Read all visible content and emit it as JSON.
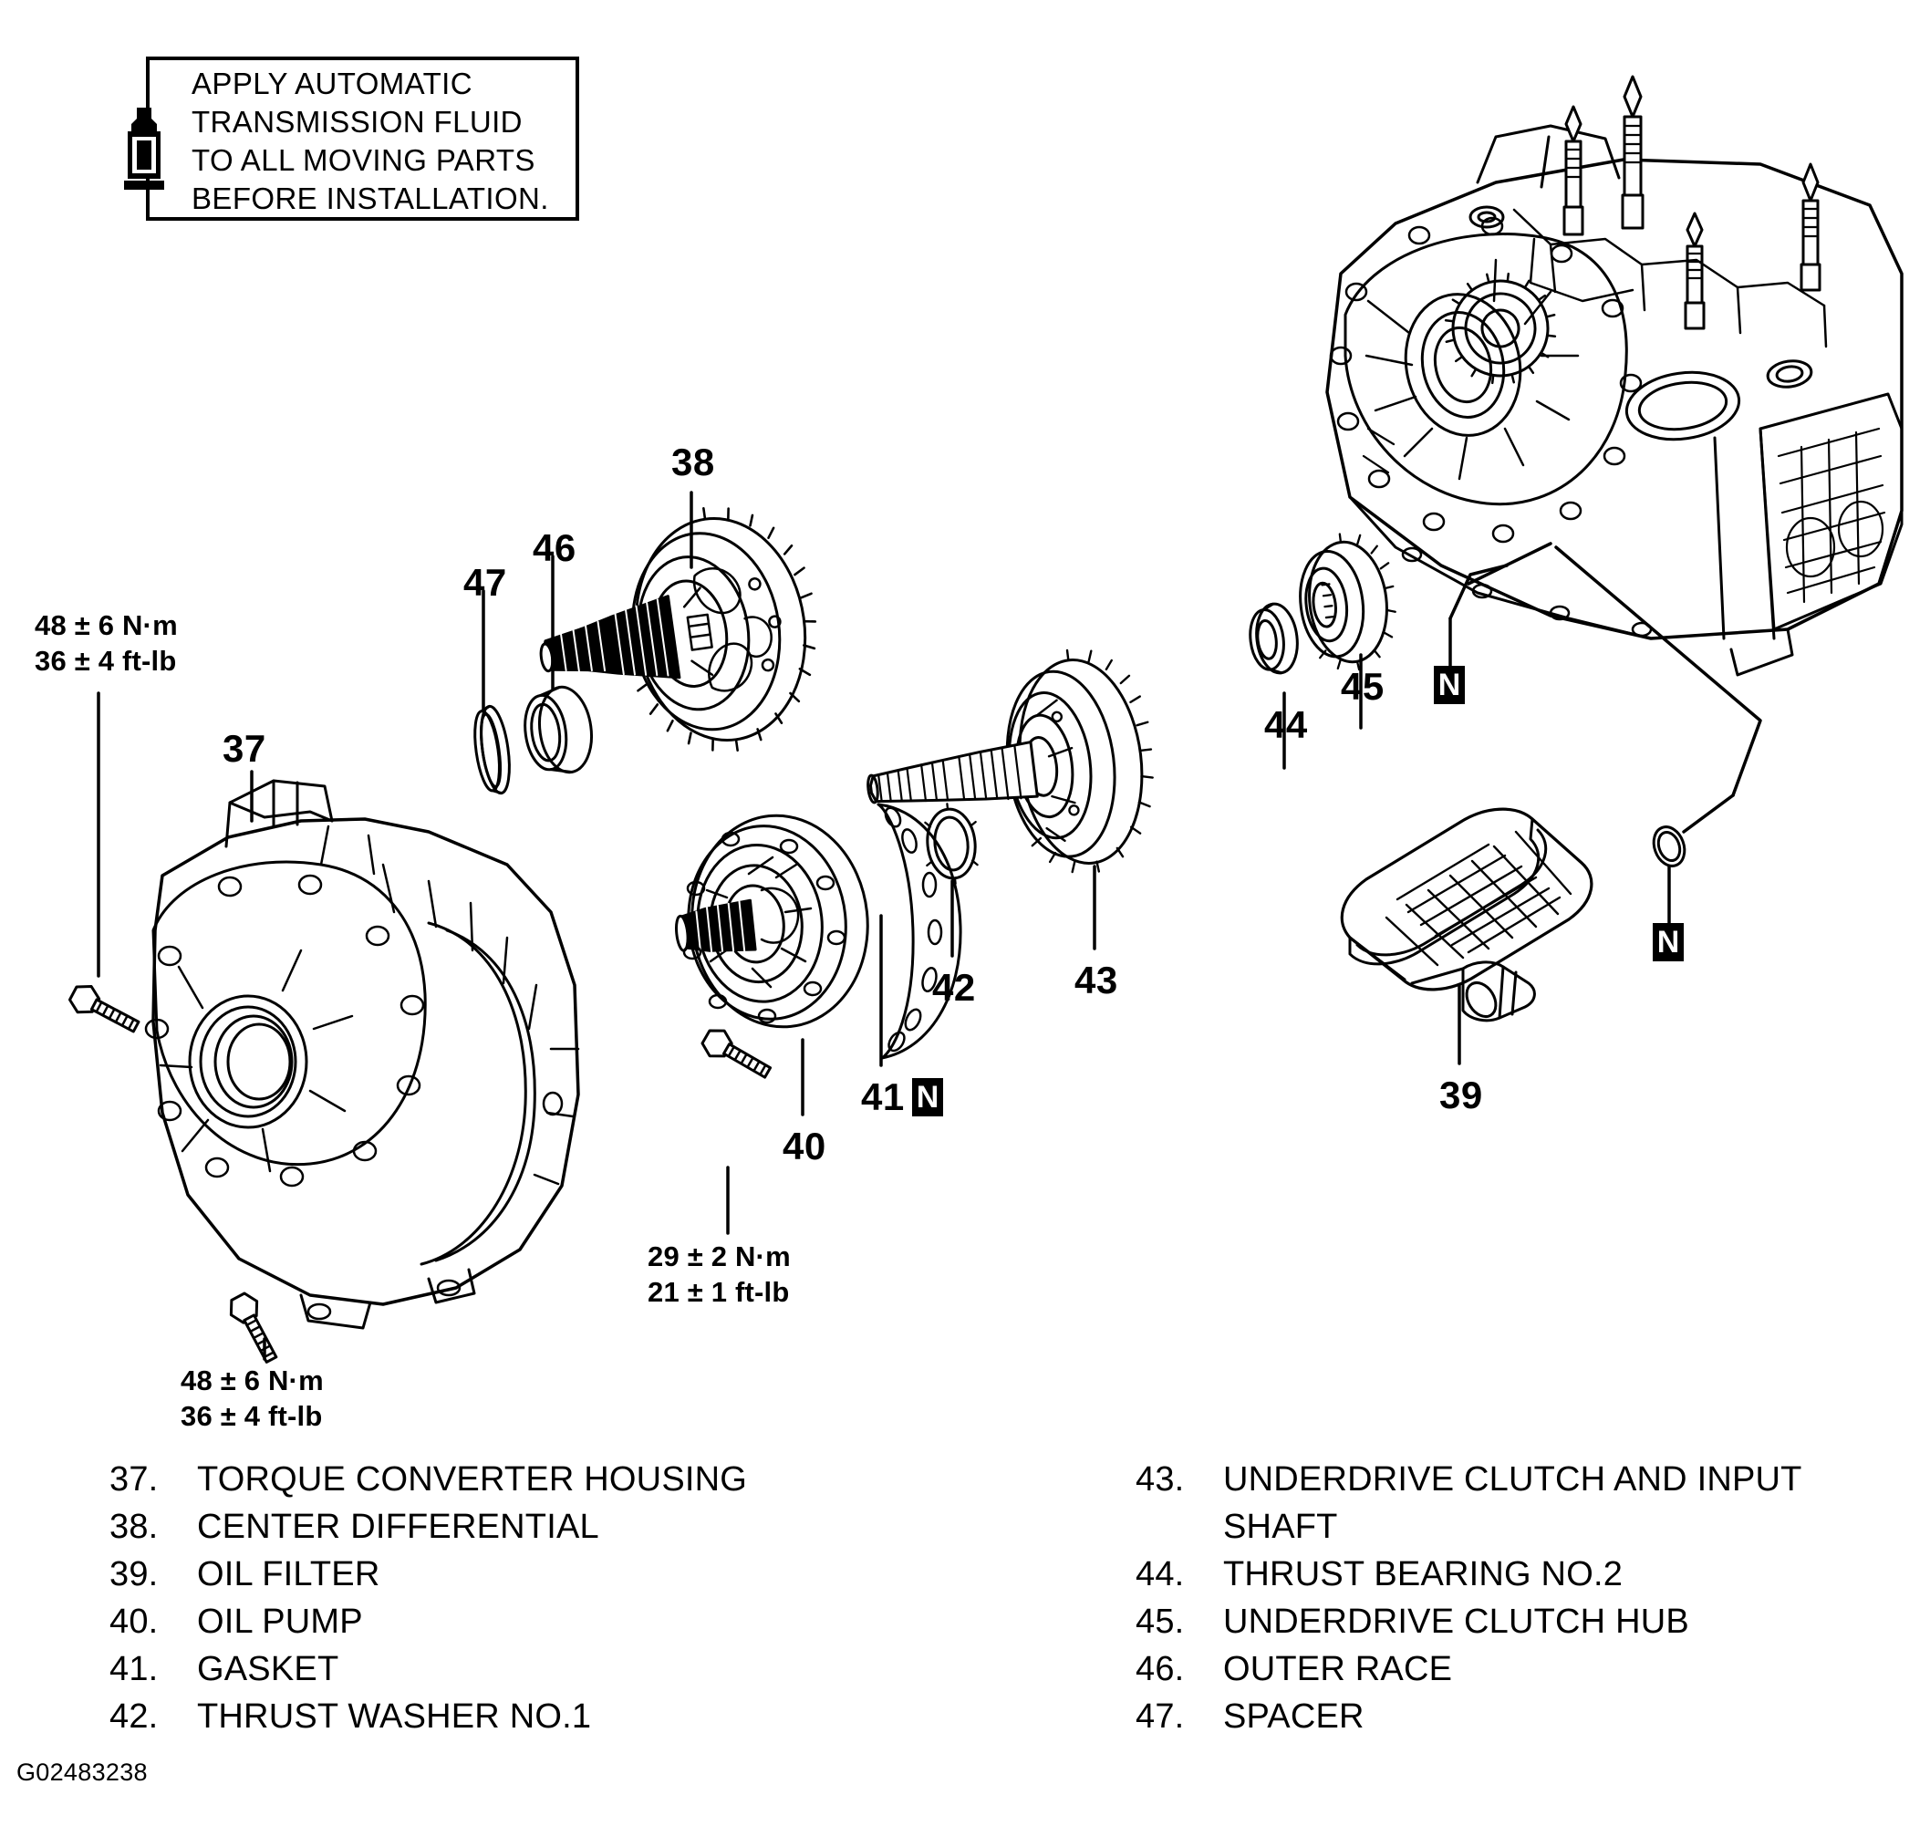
{
  "note": {
    "icon": "oil-can-icon",
    "text": "APPLY AUTOMATIC\nTRANSMISSION FLUID\nTO ALL MOVING PARTS\nBEFORE INSTALLATION."
  },
  "torque_specs": [
    {
      "id": "top-left",
      "line1": "48 ± 6 N·m",
      "line2": "36 ± 4 ft-lb"
    },
    {
      "id": "bottom-left",
      "line1": "48 ± 6 N·m",
      "line2": "36 ± 4 ft-lb"
    },
    {
      "id": "oil-pump",
      "line1": "29 ± 2 N·m",
      "line2": "21 ± 1 ft-lb"
    }
  ],
  "callouts": {
    "c37": "37",
    "c38": "38",
    "c39": "39",
    "c40": "40",
    "c41": "41",
    "c42": "42",
    "c43": "43",
    "c44": "44",
    "c45": "45",
    "c46": "46",
    "c47": "47"
  },
  "new_part_markers": {
    "label": "N",
    "count": 3
  },
  "legend": {
    "left": [
      {
        "num": "37.",
        "label": "TORQUE CONVERTER HOUSING"
      },
      {
        "num": "38.",
        "label": "CENTER DIFFERENTIAL"
      },
      {
        "num": "39.",
        "label": "OIL FILTER"
      },
      {
        "num": "40.",
        "label": "OIL PUMP"
      },
      {
        "num": "41.",
        "label": "GASKET"
      },
      {
        "num": "42.",
        "label": "THRUST WASHER NO.1"
      }
    ],
    "right": [
      {
        "num": "43.",
        "label": "UNDERDRIVE CLUTCH AND INPUT\nSHAFT"
      },
      {
        "num": "44.",
        "label": "THRUST BEARING NO.2"
      },
      {
        "num": "45.",
        "label": "UNDERDRIVE CLUTCH HUB"
      },
      {
        "num": "46.",
        "label": "OUTER RACE"
      },
      {
        "num": "47.",
        "label": "SPACER"
      }
    ]
  },
  "figure_id": "G02483238",
  "colors": {
    "ink": "#000000",
    "paper": "#ffffff"
  }
}
